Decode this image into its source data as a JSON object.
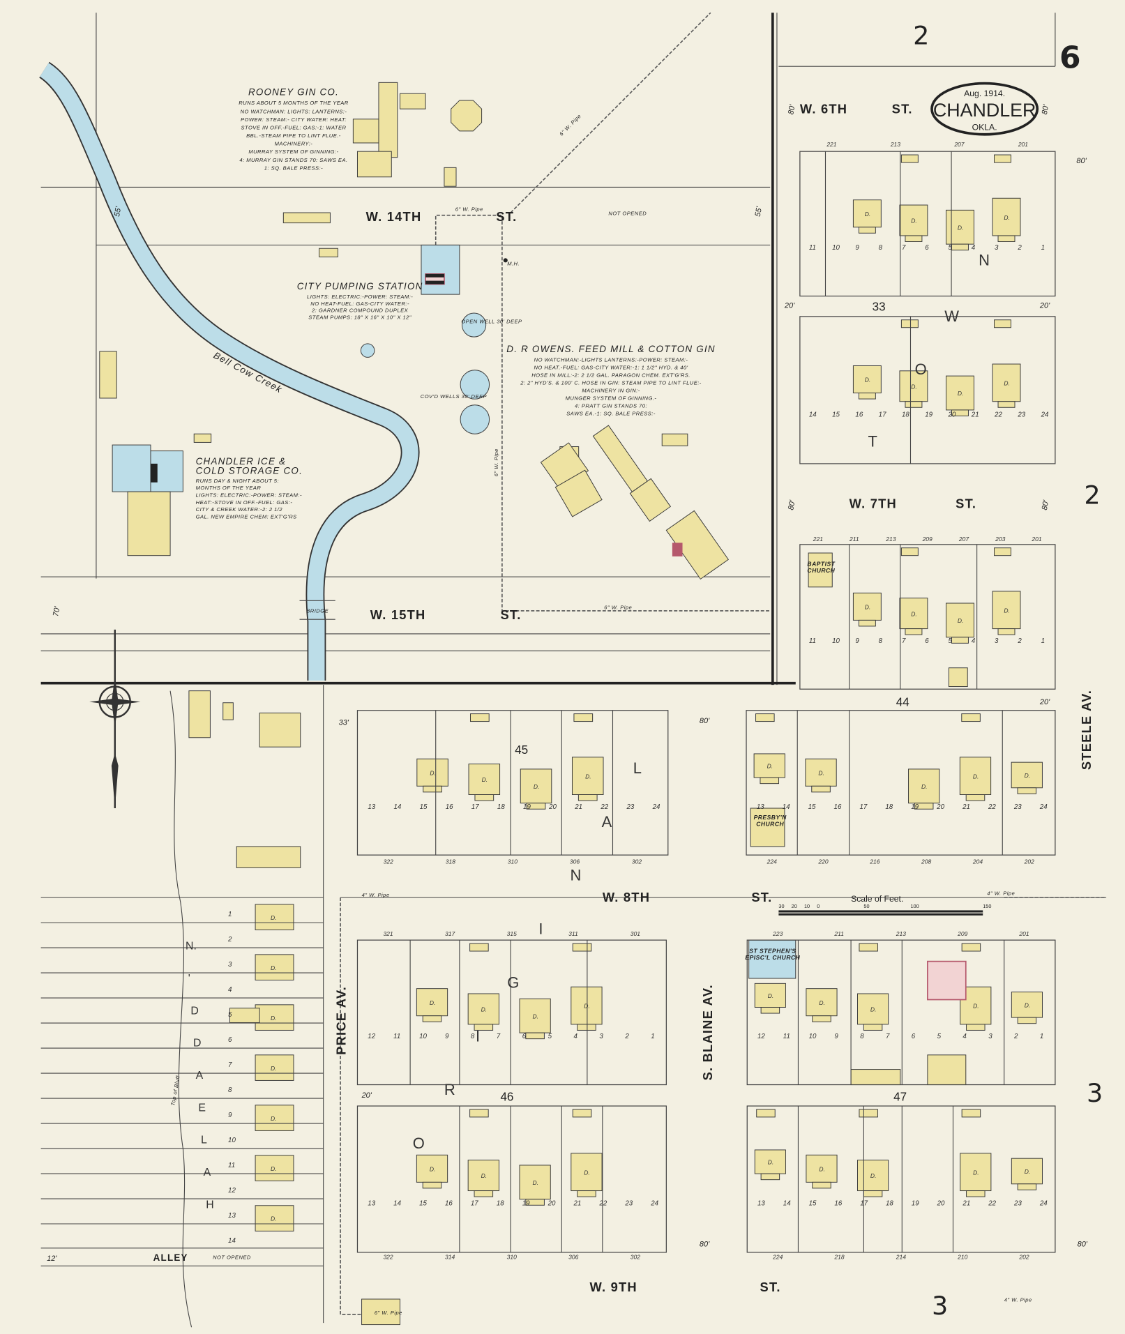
{
  "sheet": {
    "number": "6",
    "key_top": "2",
    "key_right_upper": "2",
    "key_right_lower": "3",
    "key_bottom": "3"
  },
  "cartouche": {
    "date": "Aug. 1914.",
    "city": "CHANDLER",
    "state": "OKLA."
  },
  "scale": {
    "label": "Scale of Feet.",
    "ticks": [
      "30",
      "20",
      "10",
      "0",
      "50",
      "100",
      "150"
    ]
  },
  "streets": {
    "w14": "W.  14TH",
    "w14_st": "ST.",
    "w14_note": "NOT OPENED",
    "w15": "W.  15TH",
    "w15_st": "ST.",
    "w6": "W.  6TH",
    "w6_st": "ST.",
    "w7": "W.  7TH",
    "w7_st": "ST.",
    "w8": "W.  8TH",
    "w8_st": "ST.",
    "w9": "W.  9TH",
    "w9_st": "ST.",
    "steele": "STEELE  AV.",
    "price": "PRICE  AV.",
    "blaine": "S. BLAINE  AV.",
    "alley": "ALLEY",
    "alley_note": "NOT OPENED"
  },
  "pipes": {
    "six_inch": "6\" W. Pipe",
    "four_inch": "4\" W. Pipe"
  },
  "widths": {
    "w80": "80'",
    "w55": "55'",
    "w70": "70'",
    "w20": "20'",
    "w33": "33'",
    "w12": "12'"
  },
  "features": {
    "creek": "Bell  Cow  Creek",
    "bridge": "BRIDGE",
    "bluff": "Top of Bluff",
    "open_well": "OPEN WELL 30' DEEP",
    "covd_wells": "COV'D WELLS 30' DEEP",
    "mh": "M.H."
  },
  "districts": {
    "town": [
      "T",
      "O",
      "W",
      "N"
    ],
    "original": [
      "O",
      "R",
      "I",
      "G",
      "I",
      "N",
      "A",
      "L"
    ],
    "hale": [
      "H",
      "A",
      "L",
      "E",
      "A",
      "D",
      "D",
      "'",
      "N."
    ]
  },
  "blocks": {
    "b33": "33",
    "b44": "44",
    "b45": "45",
    "b46": "46",
    "b47": "47"
  },
  "businesses": [
    {
      "name": "ROONEY GIN CO.",
      "subtitle": "RUNS ABOUT 5 MONTHS OF THE YEAR",
      "notes": [
        "NO WATCHMAN: LIGHTS: LANTERNS:-",
        "POWER: STEAM:- CITY WATER: HEAT:",
        "STOVE IN OFF.-FUEL: GAS:-1: WATER",
        "BBL.-STEAM PIPE TO LINT FLUE.-",
        "MACHINERY:-",
        "MURRAY SYSTEM OF GINNING:-",
        "4: MURRAY GIN STANDS 70: SAWS EA.",
        "1: SQ. BALE PRESS:-"
      ]
    },
    {
      "name": "CITY PUMPING STATION",
      "subtitle": "",
      "notes": [
        "LIGHTS: ELECTRIC:-POWER: STEAM:-",
        "NO HEAT-FUEL: GAS-CITY WATER:-",
        "2: GARDNER COMPOUND DUPLEX",
        "STEAM PUMPS: 18\" X 16\" X 10\" X 12\""
      ]
    },
    {
      "name": "D. R OWENS. FEED MILL & COTTON GIN",
      "subtitle": "",
      "notes": [
        "NO WATCHMAN:-LIGHTS LANTERNS:-POWER: STEAM:-",
        "NO HEAT.-FUEL: GAS-CITY WATER:-1: 1 1/2\" HYD. & 40'",
        "HOSE IN MILL:-2: 2 1/2 GAL. PARAGON CHEM. EXT'G'RS.",
        "2: 2\" HYD'S. & 100' C. HOSE IN GIN: STEAM PIPE TO LINT FLUE:-",
        "MACHINERY IN GIN:-",
        "MUNGER SYSTEM OF GINNING.-",
        "4: PRATT GIN STANDS 70:",
        "SAWS EA.-1: SQ. BALE PRESS:-"
      ]
    },
    {
      "name": "CHANDLER ICE &",
      "subtitle": "COLD STORAGE CO.",
      "notes": [
        "RUNS DAY & NIGHT ABOUT 5:",
        "MONTHS OF THE YEAR",
        "LIGHTS: ELECTRIC:-POWER: STEAM:-",
        "HEAT:-STOVE IN OFF.-FUEL: GAS:-",
        "CITY & CREEK WATER:-2: 2 1/2",
        "GAL. NEW EMPIRE CHEM: EXT'G'RS"
      ]
    }
  ],
  "churches": {
    "baptist": [
      "BAPTIST",
      "CHURCH"
    ],
    "presby": [
      "PRESBY'N",
      "CHURCH"
    ],
    "stephens": [
      "ST STEPHEN'S",
      "EPISC'L CHURCH"
    ]
  },
  "lots": {
    "r1": [
      "11",
      "10",
      "9",
      "8",
      "7",
      "6",
      "5",
      "4",
      "3",
      "2",
      "1"
    ],
    "r2": [
      "14",
      "15",
      "16",
      "17",
      "18",
      "19",
      "20",
      "21",
      "22",
      "23",
      "24"
    ],
    "r3": [
      "11",
      "10",
      "9",
      "8",
      "7",
      "6",
      "5",
      "4",
      "3",
      "2",
      "1"
    ],
    "b45": [
      "13",
      "14",
      "15",
      "16",
      "17",
      "18",
      "19",
      "20",
      "21",
      "22",
      "23",
      "24"
    ],
    "b44": [
      "13",
      "14",
      "15",
      "16",
      "17",
      "18",
      "19",
      "20",
      "21",
      "22",
      "23",
      "24"
    ],
    "l46u": [
      "12",
      "11",
      "10",
      "9",
      "8",
      "7",
      "6",
      "5",
      "4",
      "3",
      "2",
      "1"
    ],
    "r47u": [
      "12",
      "11",
      "10",
      "9",
      "8",
      "7",
      "6",
      "5",
      "4",
      "3",
      "2",
      "1"
    ],
    "l46l": [
      "13",
      "14",
      "15",
      "16",
      "17",
      "18",
      "19",
      "20",
      "21",
      "22",
      "23",
      "24"
    ],
    "r47l": [
      "13",
      "14",
      "15",
      "16",
      "17",
      "18",
      "19",
      "20",
      "21",
      "22",
      "23",
      "24"
    ],
    "hale": [
      "1",
      "2",
      "3",
      "4",
      "5",
      "6",
      "7",
      "8",
      "9",
      "10",
      "11",
      "12",
      "13",
      "14"
    ]
  },
  "house_numbers": {
    "r1_top": [
      "221",
      "213",
      "207",
      "201"
    ],
    "r3_top": [
      "221",
      "211",
      "213",
      "209",
      "207",
      "203",
      "201"
    ],
    "b45_bottom": [
      "322",
      "318",
      "310",
      "306",
      "302"
    ],
    "b44_bottom": [
      "224",
      "220",
      "216",
      "208",
      "204",
      "202"
    ],
    "l46u_top": [
      "321",
      "317",
      "315",
      "311",
      "301"
    ],
    "r47u_top": [
      "223",
      "211",
      "213",
      "209",
      "201"
    ],
    "l46l_bottom": [
      "322",
      "314",
      "310",
      "306",
      "302"
    ],
    "r47l_bottom": [
      "224",
      "218",
      "214",
      "210",
      "202"
    ]
  },
  "building_label": "D.",
  "colors": {
    "paper": "#f3f0e2",
    "frame": "#eee3a2",
    "brick": "#f2d3d3",
    "stone_concrete": "#bcdde8",
    "water": "#bcdde8"
  }
}
